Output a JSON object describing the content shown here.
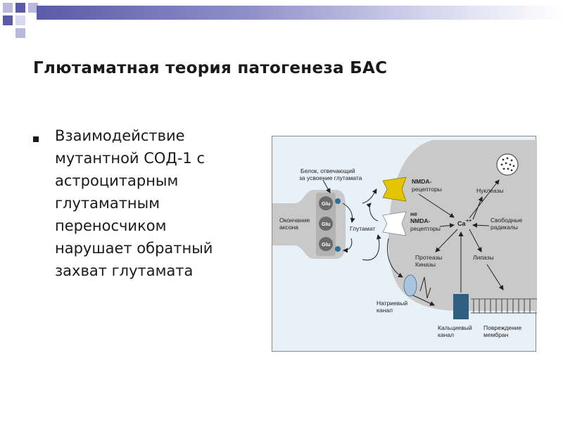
{
  "slide": {
    "title": "Глютаматная теория патогенеза БАС",
    "bullet_text": "Взаимодействие\nмутантной СОД-1 с\nастроцитарным\nглутаматным\nпереносчиком\nнарушает обратный\nзахват глутамата"
  },
  "diagram": {
    "labels": {
      "transporter_protein": [
        "Белок, отвечающий",
        "за усвоение глутамата"
      ],
      "axon_terminal": [
        "Окончание",
        "аксона"
      ],
      "glutamate": "Глутамат",
      "nmda_receptors": [
        "NMDA-",
        "рецепторы"
      ],
      "non_nmda_receptors": [
        "не",
        "NMDA-",
        "рецепторы"
      ],
      "nucleases": "Нуклеазы",
      "free_radicals": [
        "Свободные",
        "радикалы"
      ],
      "calcium": "Ca",
      "calcium_charge": "++",
      "proteases_kinases": [
        "Протеазы",
        "Киназы"
      ],
      "lipases": "Липазы",
      "sodium_channel": [
        "Натриевый",
        "канал"
      ],
      "calcium_channel": [
        "Кальциевый",
        "канал"
      ],
      "membrane_damage": [
        "Повреждение",
        "мембран"
      ],
      "vesicle": "Glu"
    }
  },
  "colors": {
    "topbar": "#5a5aa8",
    "checker_dark": "#5a5aa8",
    "checker_light": "#b9b9dd",
    "frame_background": "#e8f1f8",
    "cell_body": "#c9c9c9",
    "nmda_receptor": "#e2c400",
    "calcium_channel": "#2f5f80",
    "sodium_channel": "#a9c4de"
  }
}
